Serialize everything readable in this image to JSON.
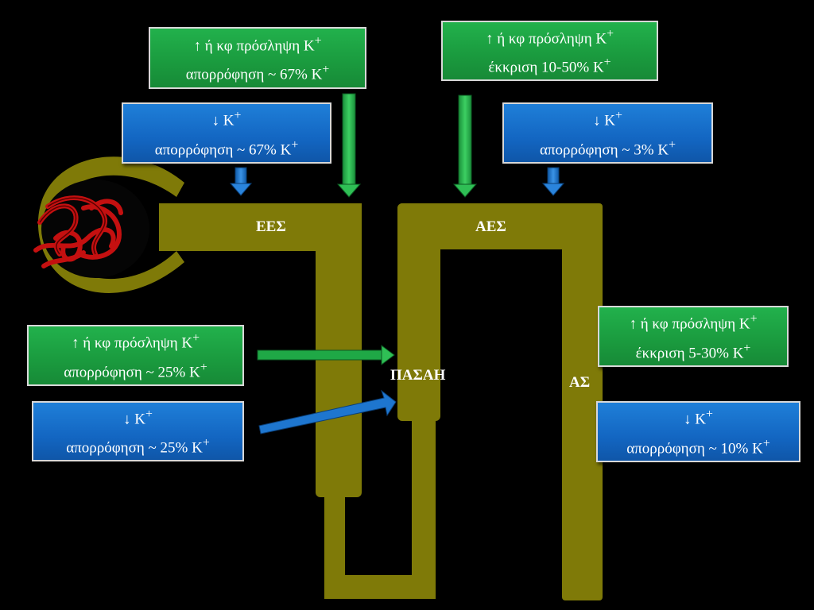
{
  "boxes": {
    "top_left_green": {
      "line1": "↑ ή κφ πρόσληψη K",
      "sup1": "+",
      "line2": "απορρόφηση ~ 67% K",
      "sup2": "+"
    },
    "top_left_blue": {
      "line1": "↓ K",
      "sup1": "+",
      "line2": "απορρόφηση ~ 67% K",
      "sup2": "+"
    },
    "top_right_green": {
      "line1": "↑ ή κφ πρόσληψη K",
      "sup1": "+",
      "line2": "έκκριση 10-50% K",
      "sup2": "+"
    },
    "top_right_blue": {
      "line1": "↓ K",
      "sup1": "+",
      "line2": "απορρόφηση ~ 3% K",
      "sup2": "+"
    },
    "mid_left_green": {
      "line1": "↑ ή κφ πρόσληψη K",
      "sup1": "+",
      "line2": "απορρόφηση ~ 25% K",
      "sup2": "+"
    },
    "mid_left_blue": {
      "line1": "↓ K",
      "sup1": "+",
      "line2": "απορρόφηση ~ 25% K",
      "sup2": "+"
    },
    "right_green": {
      "line1": "↑ ή κφ πρόσληψη K",
      "sup1": "+",
      "line2": "έκκριση 5-30% K",
      "sup2": "+"
    },
    "right_blue": {
      "line1": "↓ K",
      "sup1": "+",
      "line2": "απορρόφηση ~ 10% K",
      "sup2": "+"
    }
  },
  "segments": {
    "ees": "ΕΕΣ",
    "aes": "ΑΕΣ",
    "pasah": "ΠΑΣΑΗ",
    "as": "ΑΣ"
  },
  "colors": {
    "tubule": "#7f7a08",
    "green_box": "#1a9a3e",
    "blue_box": "#1366c2",
    "glomerulus": "#c41010"
  }
}
